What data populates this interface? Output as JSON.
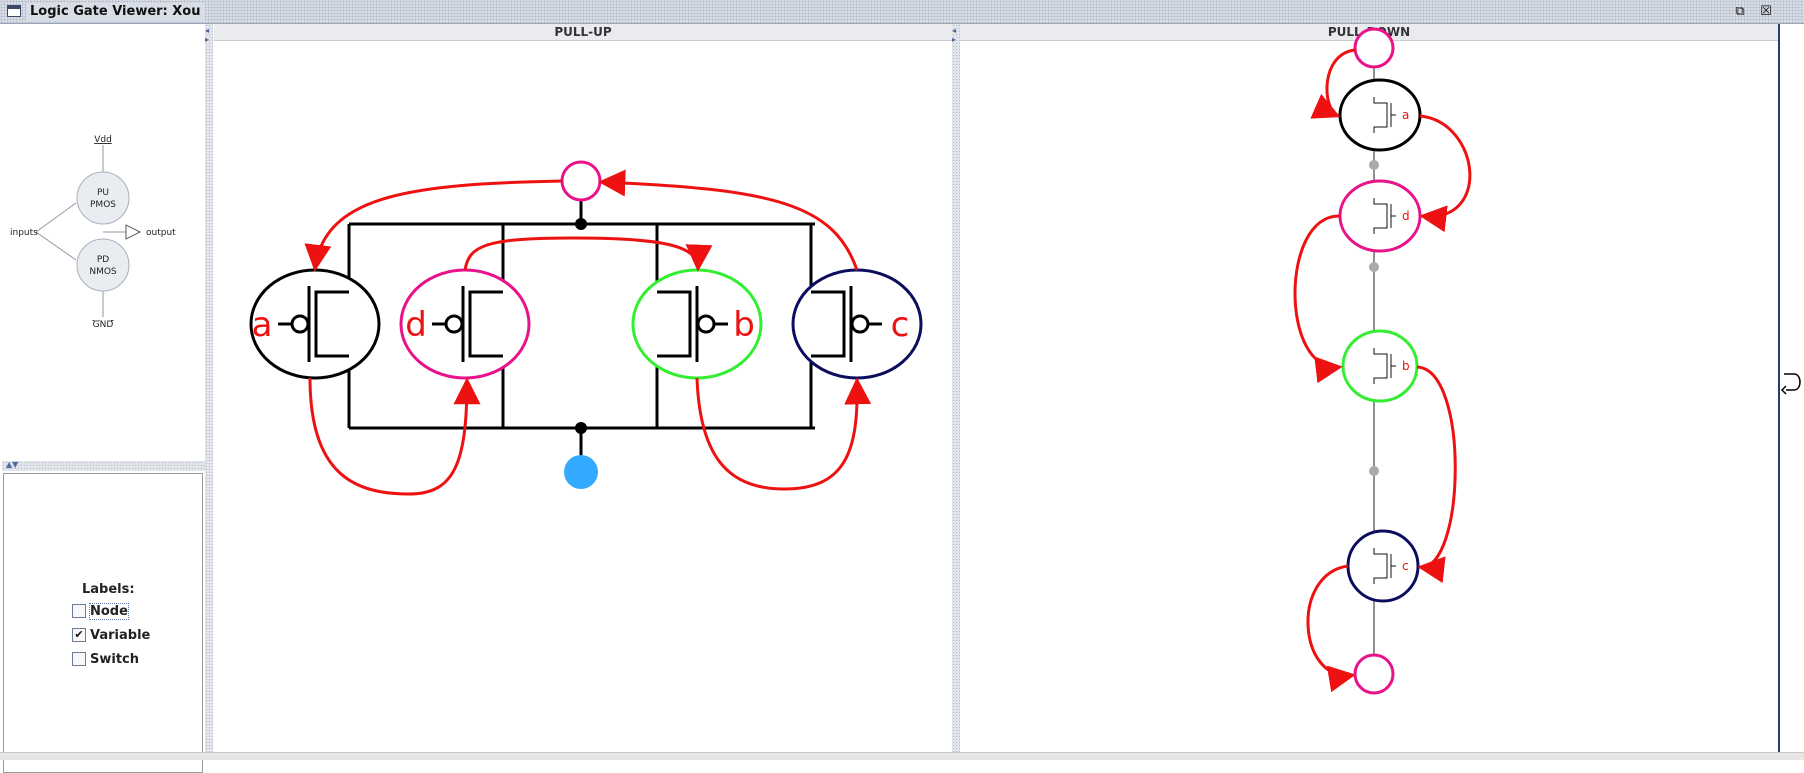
{
  "window": {
    "title": "Logic Gate Viewer: Xou",
    "icons": {
      "app": "window-icon",
      "restore": "restore-icon",
      "close": "close-icon"
    },
    "restore_glyph": "⧉",
    "close_glyph": "☒"
  },
  "overview": {
    "vdd": "Vdd",
    "pu_line1": "PU",
    "pu_line2": "PMOS",
    "pd_line1": "PD",
    "pd_line2": "NMOS",
    "inputs": "inputs",
    "output": "output",
    "gnd": "GND"
  },
  "labels_panel": {
    "heading": "Labels:",
    "options": [
      {
        "label": "Node",
        "checked": false
      },
      {
        "label": "Variable",
        "checked": true
      },
      {
        "label": "Switch",
        "checked": false
      }
    ]
  },
  "pullup": {
    "header": "PULL-UP",
    "transistors": [
      {
        "var": "a",
        "color": "#000000"
      },
      {
        "var": "d",
        "color": "#e8138a"
      },
      {
        "var": "b",
        "color": "#33ee33"
      },
      {
        "var": "c",
        "color": "#0d0d60"
      }
    ]
  },
  "pulldown": {
    "header": "PULL-DOWN",
    "transistors": [
      {
        "var": "a",
        "color": "#000000"
      },
      {
        "var": "d",
        "color": "#e8138a"
      },
      {
        "var": "b",
        "color": "#33ee33"
      },
      {
        "var": "c",
        "color": "#0d0d60"
      }
    ]
  },
  "colors": {
    "arrow": "#ee1111",
    "label": "#ee1111",
    "node_pink": "#e8138a",
    "output_node": "#33aaff",
    "wire": "#000000"
  }
}
